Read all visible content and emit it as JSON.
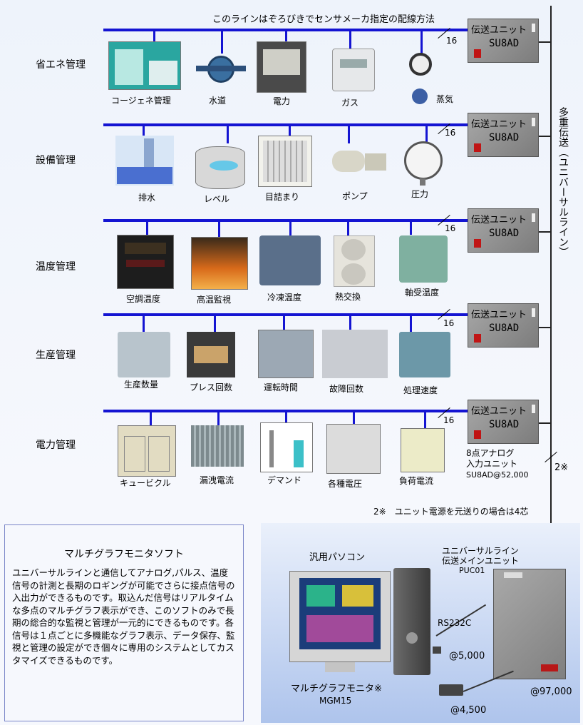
{
  "top_note": "このラインはぞろびきでセンサメーカ指定の配線方法",
  "count_label": "16",
  "unit": {
    "line1": "伝送ユニット",
    "line2": "SU8AD"
  },
  "rows": [
    {
      "category": "省エネ管理",
      "items": [
        "コージェネ管理",
        "水道",
        "電力",
        "ガス",
        "蒸気"
      ]
    },
    {
      "category": "設備管理",
      "items": [
        "排水",
        "レベル",
        "目詰まり",
        "ポンプ",
        "圧力"
      ]
    },
    {
      "category": "温度管理",
      "items": [
        "空調温度",
        "高温監視",
        "冷凍温度",
        "熱交換",
        "軸受温度"
      ]
    },
    {
      "category": "生産管理",
      "items": [
        "生産数量",
        "プレス回数",
        "運転時間",
        "故障回数",
        "処理速度"
      ]
    },
    {
      "category": "電力管理",
      "items": [
        "キュービクル",
        "漏洩電流",
        "デマンド",
        "各種電圧",
        "負荷電流"
      ]
    }
  ],
  "multiplex_label": "多重伝送（ユニバーサルライン）",
  "analog_unit": {
    "line1": "8点アナログ",
    "line2": "入力ユニット",
    "line3": "SU8AD@52,000"
  },
  "wire_2": "2※",
  "footnote": "2※　ユニット電源を元送りの場合は4芯",
  "software": {
    "title": "マルチグラフモニタソフト",
    "body": "ユニバーサルラインと通信してアナログ,パルス、温度信号の計測と長期のロギングが可能でさらに接点信号の入出力ができるものです。取込んだ信号はリアルタイムな多点のマルチグラフ表示ができ、このソフトのみで長期の総合的な監視と管理が一元的にできるものです。各信号は１点ごとに多機能なグラフ表示、データ保存、監視と管理の設定ができ個々に専用のシステムとしてカスタマイズできるものです。"
  },
  "pc_label": "汎用パソコン",
  "main_unit": {
    "line1": "ユニバーサルライン",
    "line2": "伝送メインユニット",
    "line3": "PUC01"
  },
  "rs232c": "RS232C",
  "price_5000": "@5,000",
  "price_97000": "@97,000",
  "price_4500": "@4,500",
  "monitor": {
    "line1": "マルチグラフモニタ※",
    "line2": "MGM15"
  },
  "colors": {
    "bus": "#1414d2",
    "panel": "#a9c1ea"
  }
}
